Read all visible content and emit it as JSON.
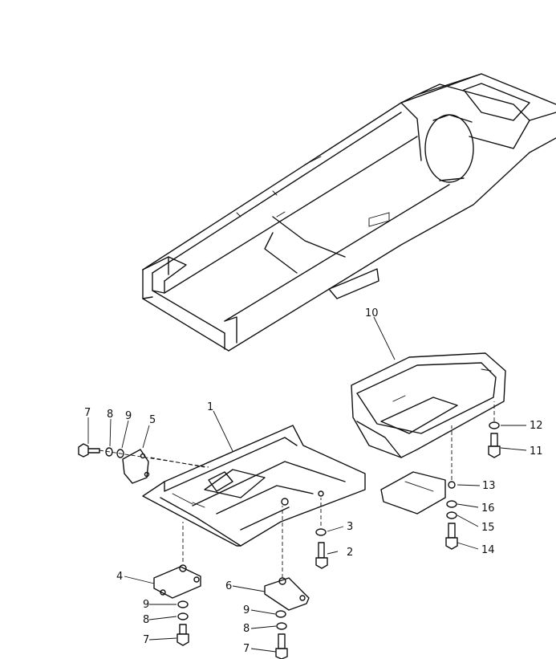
{
  "callouts": {
    "c1": "1",
    "c2": "2",
    "c3": "3",
    "c4": "4",
    "c5": "5",
    "c6": "6",
    "c7a": "7",
    "c8a": "8",
    "c9a": "9",
    "c9b": "9",
    "c8b": "8",
    "c7b": "7",
    "c9c": "9",
    "c8c": "8",
    "c7c": "7",
    "c10": "10",
    "c11": "11",
    "c12": "12",
    "c13": "13",
    "c14": "14",
    "c15": "15",
    "c16": "16"
  }
}
